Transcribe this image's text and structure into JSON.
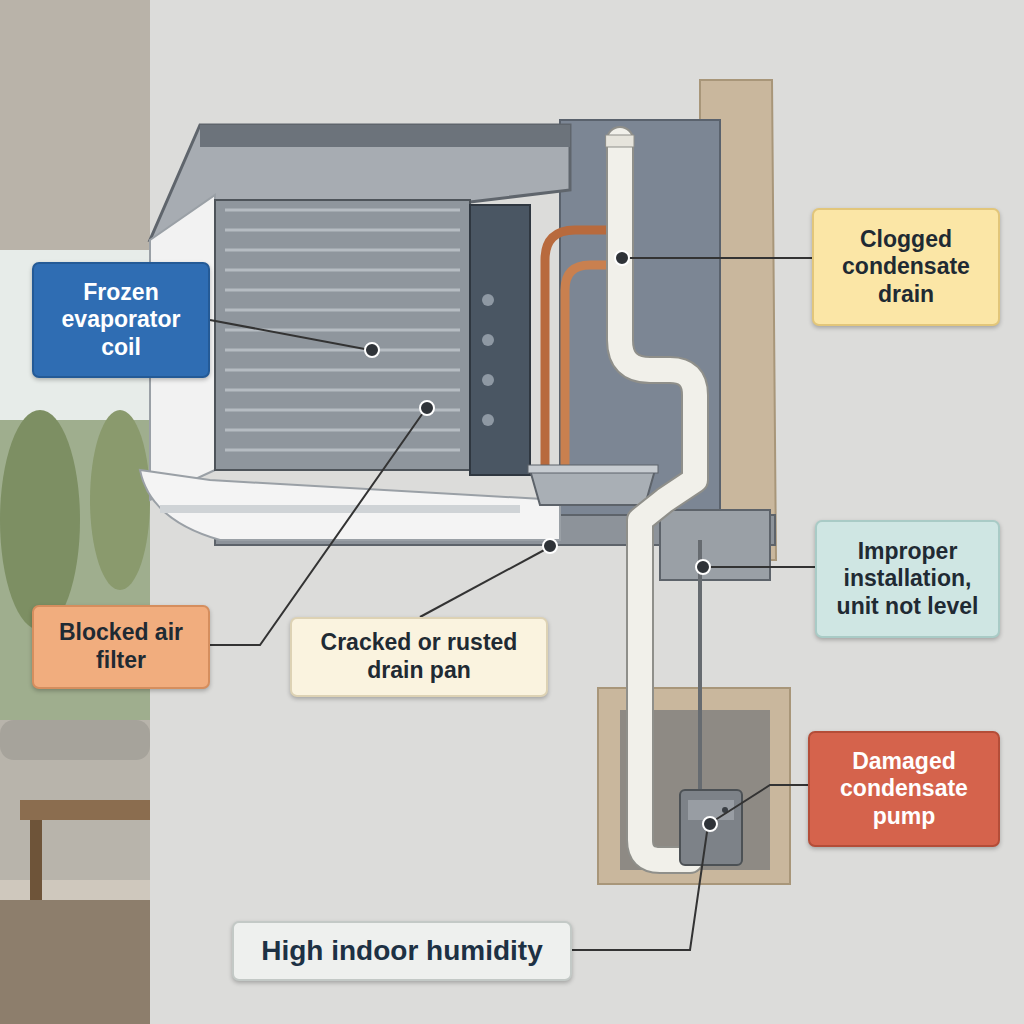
{
  "diagram": {
    "nodes": [
      {
        "text": [
          "Clogged condensate drain"
        ]
      },
      {
        "text": [
          "Frozen evaporator coil"
        ]
      },
      {
        "text": [
          "Improper installation, unit not level"
        ]
      },
      {
        "text": [
          "Blocked air filter"
        ]
      },
      {
        "text": [
          "Cracked or rusted drain pan"
        ]
      },
      {
        "text": [
          "Damaged condensate pump"
        ]
      },
      {
        "text": [
          "High indoor humidity"
        ]
      }
    ]
  }
}
